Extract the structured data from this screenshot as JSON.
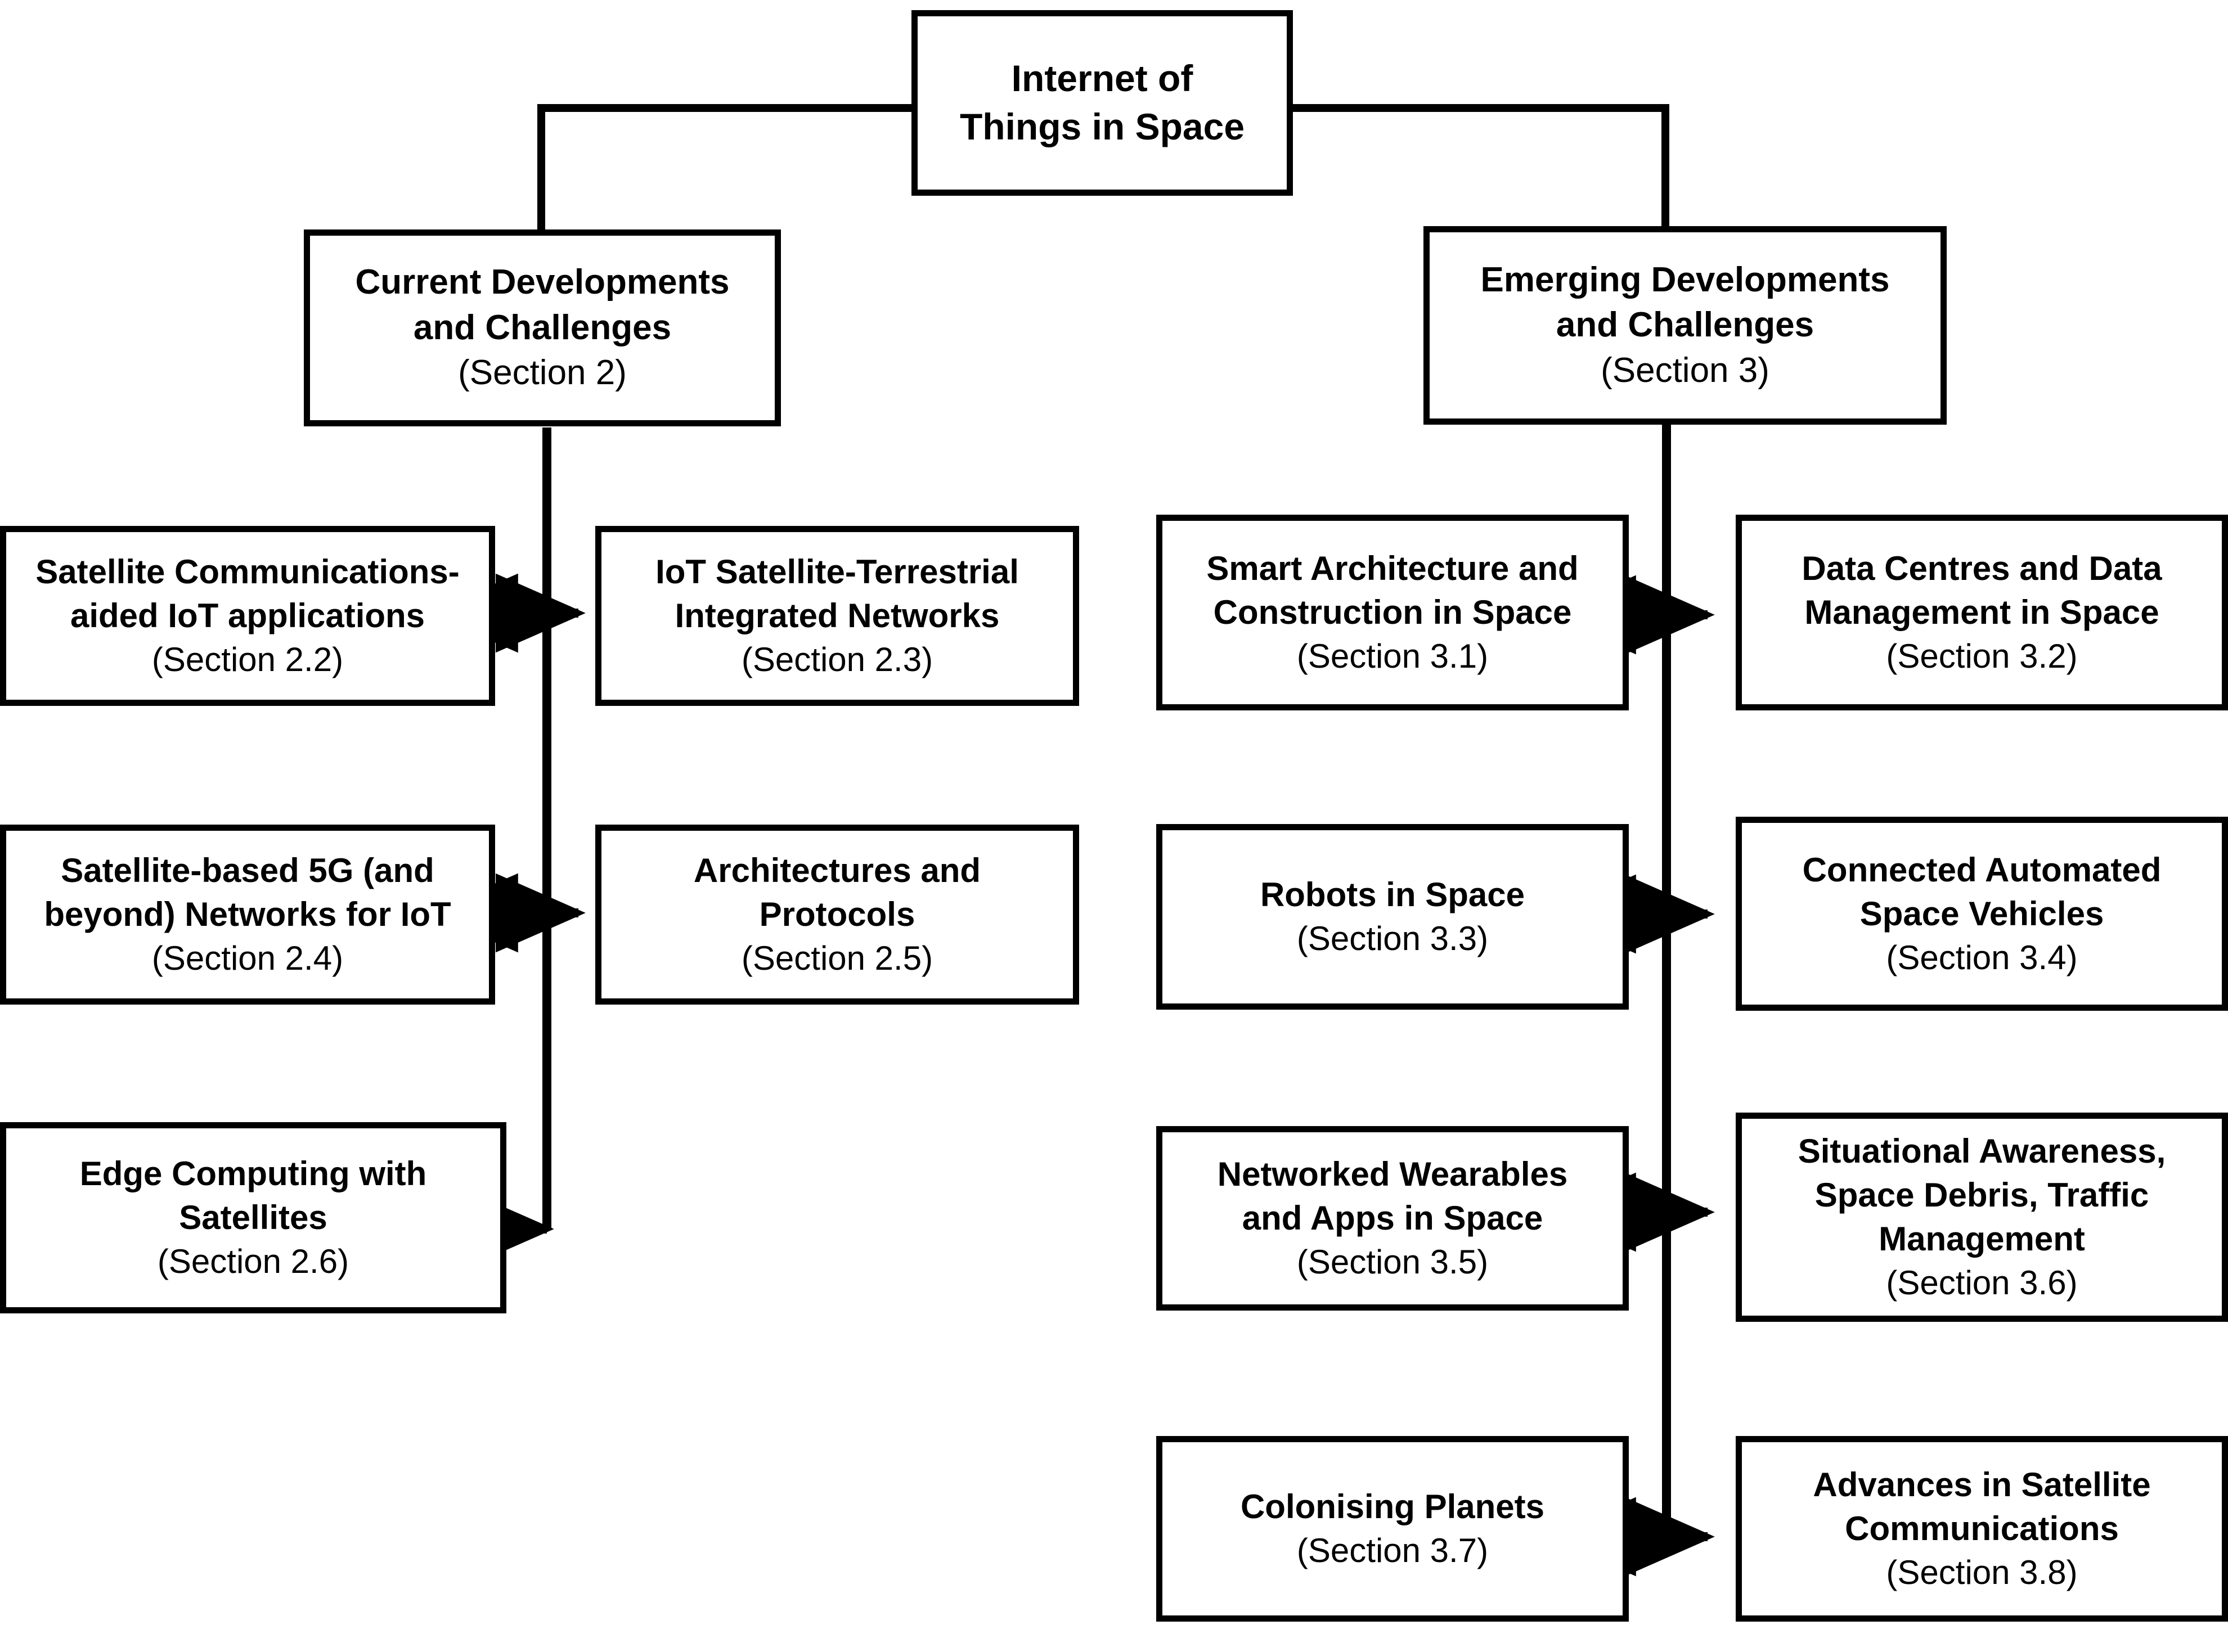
{
  "diagram": {
    "title": "Internet of Things in Space taxonomy",
    "stroke_color": "#000000",
    "background_color": "#ffffff",
    "root": {
      "lines": [
        {
          "text": "Internet of",
          "bold": true
        },
        {
          "text": "Things in Space",
          "bold": true
        }
      ]
    },
    "branches": [
      {
        "id": "current",
        "lines": [
          {
            "text": "Current Developments",
            "bold": true
          },
          {
            "text": "and Challenges",
            "bold": true
          },
          {
            "text": "(Section 2)",
            "bold": false
          }
        ]
      },
      {
        "id": "emerging",
        "lines": [
          {
            "text": "Emerging Developments",
            "bold": true
          },
          {
            "text": "and Challenges",
            "bold": true
          },
          {
            "text": "(Section 3)",
            "bold": false
          }
        ]
      }
    ],
    "leaves": [
      {
        "id": "sec-2-2",
        "lines": [
          {
            "text": "Satellite Communications-",
            "bold": true
          },
          {
            "text": "aided IoT applications",
            "bold": true
          },
          {
            "text": "(Section 2.2)",
            "bold": false
          }
        ]
      },
      {
        "id": "sec-2-3",
        "lines": [
          {
            "text": "IoT Satellite-Terrestrial",
            "bold": true
          },
          {
            "text": "Integrated Networks",
            "bold": true
          },
          {
            "text": "(Section 2.3)",
            "bold": false
          }
        ]
      },
      {
        "id": "sec-2-4",
        "lines": [
          {
            "text": "Satellite-based 5G (and",
            "bold": true
          },
          {
            "text": "beyond) Networks for IoT",
            "bold": true
          },
          {
            "text": "(Section 2.4)",
            "bold": false
          }
        ]
      },
      {
        "id": "sec-2-5",
        "lines": [
          {
            "text": "Architectures and",
            "bold": true
          },
          {
            "text": "Protocols",
            "bold": true
          },
          {
            "text": "(Section 2.5)",
            "bold": false
          }
        ]
      },
      {
        "id": "sec-2-6",
        "lines": [
          {
            "text": "Edge Computing with",
            "bold": true
          },
          {
            "text": "Satellites",
            "bold": true
          },
          {
            "text": "(Section 2.6)",
            "bold": false
          }
        ]
      },
      {
        "id": "sec-3-1",
        "lines": [
          {
            "text": "Smart Architecture and",
            "bold": true
          },
          {
            "text": "Construction in Space",
            "bold": true
          },
          {
            "text": "(Section 3.1)",
            "bold": false
          }
        ]
      },
      {
        "id": "sec-3-2",
        "lines": [
          {
            "text": "Data Centres and Data",
            "bold": true
          },
          {
            "text": "Management in Space",
            "bold": true
          },
          {
            "text": "(Section 3.2)",
            "bold": false
          }
        ]
      },
      {
        "id": "sec-3-3",
        "lines": [
          {
            "text": "Robots in Space",
            "bold": true
          },
          {
            "text": "(Section 3.3)",
            "bold": false
          }
        ]
      },
      {
        "id": "sec-3-4",
        "lines": [
          {
            "text": "Connected Automated",
            "bold": true
          },
          {
            "text": "Space Vehicles",
            "bold": true
          },
          {
            "text": "(Section 3.4)",
            "bold": false
          }
        ]
      },
      {
        "id": "sec-3-5",
        "lines": [
          {
            "text": "Networked Wearables",
            "bold": true
          },
          {
            "text": "and Apps in Space",
            "bold": true
          },
          {
            "text": "(Section 3.5)",
            "bold": false
          }
        ]
      },
      {
        "id": "sec-3-6",
        "lines": [
          {
            "text": "Situational Awareness,",
            "bold": true
          },
          {
            "text": "Space Debris, Traffic",
            "bold": true
          },
          {
            "text": "Management",
            "bold": true
          },
          {
            "text": "(Section 3.6)",
            "bold": false
          }
        ]
      },
      {
        "id": "sec-3-7",
        "lines": [
          {
            "text": "Colonising Planets",
            "bold": true
          },
          {
            "text": "(Section 3.7)",
            "bold": false
          }
        ]
      },
      {
        "id": "sec-3-8",
        "lines": [
          {
            "text": "Advances in Satellite",
            "bold": true
          },
          {
            "text": "Communications",
            "bold": true
          },
          {
            "text": "(Section 3.8)",
            "bold": false
          }
        ]
      }
    ]
  }
}
